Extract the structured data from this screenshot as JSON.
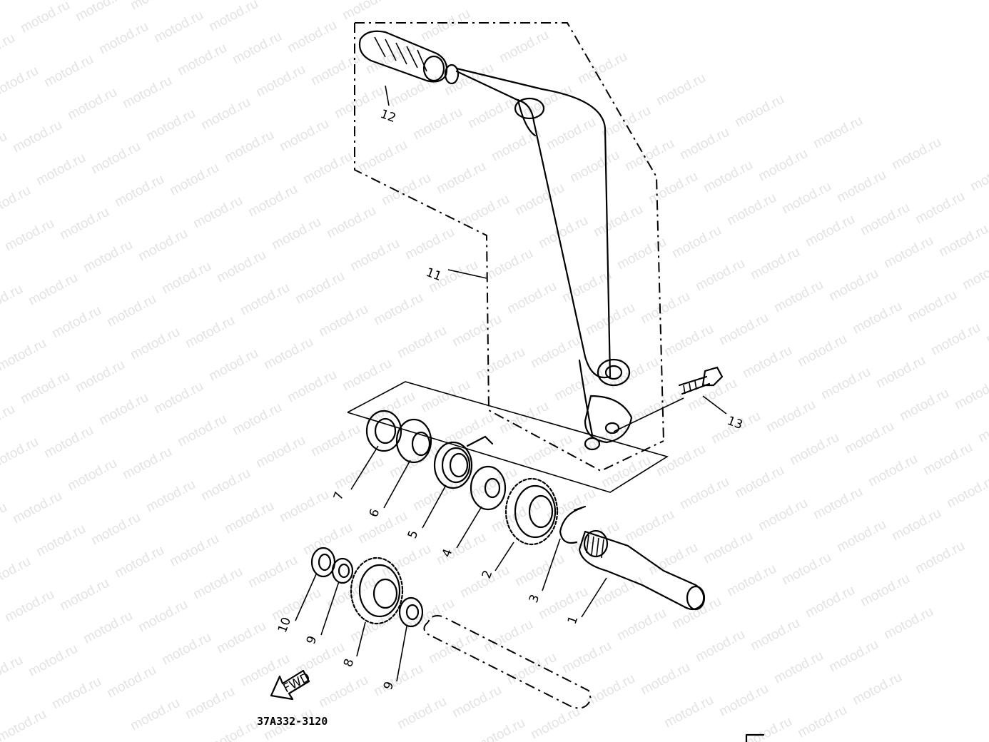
{
  "watermark": {
    "text": "motod.ru"
  },
  "diagram": {
    "title_code": "37A332-3120",
    "fwd_label": "FWD",
    "callouts": [
      {
        "id": "1",
        "text": "1"
      },
      {
        "id": "2",
        "text": "2"
      },
      {
        "id": "3",
        "text": "3"
      },
      {
        "id": "4",
        "text": "4"
      },
      {
        "id": "5",
        "text": "5"
      },
      {
        "id": "6",
        "text": "6"
      },
      {
        "id": "7",
        "text": "7"
      },
      {
        "id": "8",
        "text": "8"
      },
      {
        "id": "9a",
        "text": "9"
      },
      {
        "id": "9b",
        "text": "9"
      },
      {
        "id": "10",
        "text": "10"
      },
      {
        "id": "11",
        "text": "11"
      },
      {
        "id": "12",
        "text": "12"
      },
      {
        "id": "13",
        "text": "13"
      }
    ]
  }
}
